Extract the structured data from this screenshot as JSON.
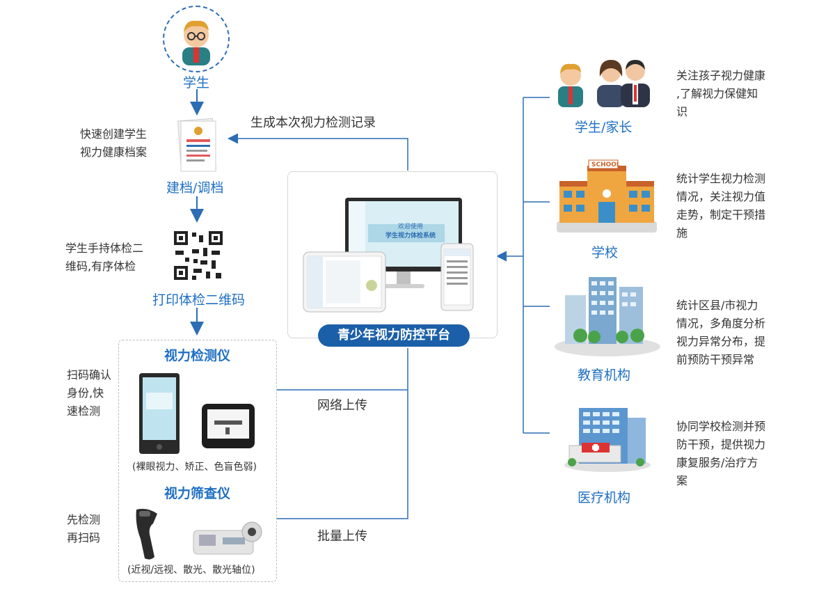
{
  "left_flow": {
    "student_label": "学生",
    "profile_note": [
      "快速创建学生",
      "视力健康档案"
    ],
    "profile_label": "建档/调档",
    "qr_note": [
      "学生手持体检二",
      "维码,有序体检"
    ],
    "qr_label": "打印体检二维码",
    "vision_meter_title": "视力检测仪",
    "vision_meter_note": [
      "扫码确认",
      "身份,快",
      "速检测"
    ],
    "vision_meter_caption": "(裸眼视力、矫正、色盲色弱)",
    "screener_title": "视力筛查仪",
    "screener_note": [
      "先检测",
      "再扫码"
    ],
    "screener_caption": "(近视/远视、散光、散光轴位)"
  },
  "center": {
    "record_label": "生成本次视力检测记录",
    "platform_label": "青少年视力防控平台",
    "network_upload": "网络上传",
    "batch_upload": "批量上传",
    "monitor_screen": [
      "欢迎使用",
      "学生视力体检系统"
    ]
  },
  "right": [
    {
      "label": "学生/家长",
      "desc": [
        "关注孩子视力健康",
        ",了解视力保健知",
        "识"
      ]
    },
    {
      "label": "学校",
      "desc": [
        "统计学生视力检测",
        "情况，关注视力值",
        "走势，制定干预措",
        "施"
      ],
      "sign": "SCHOOL"
    },
    {
      "label": "教育机构",
      "desc": [
        "统计区县/市视力",
        "情况，多角度分析",
        "视力异常分布，提",
        "前预防干预异常"
      ]
    },
    {
      "label": "医疗机构",
      "desc": [
        "协同学校检测并预",
        "防干预，提供视力",
        "康复服务/治疗方",
        "案"
      ]
    }
  ],
  "colors": {
    "accent": "#1f6fc2",
    "platform": "#1b5fa8",
    "line": "#2c6db3"
  }
}
